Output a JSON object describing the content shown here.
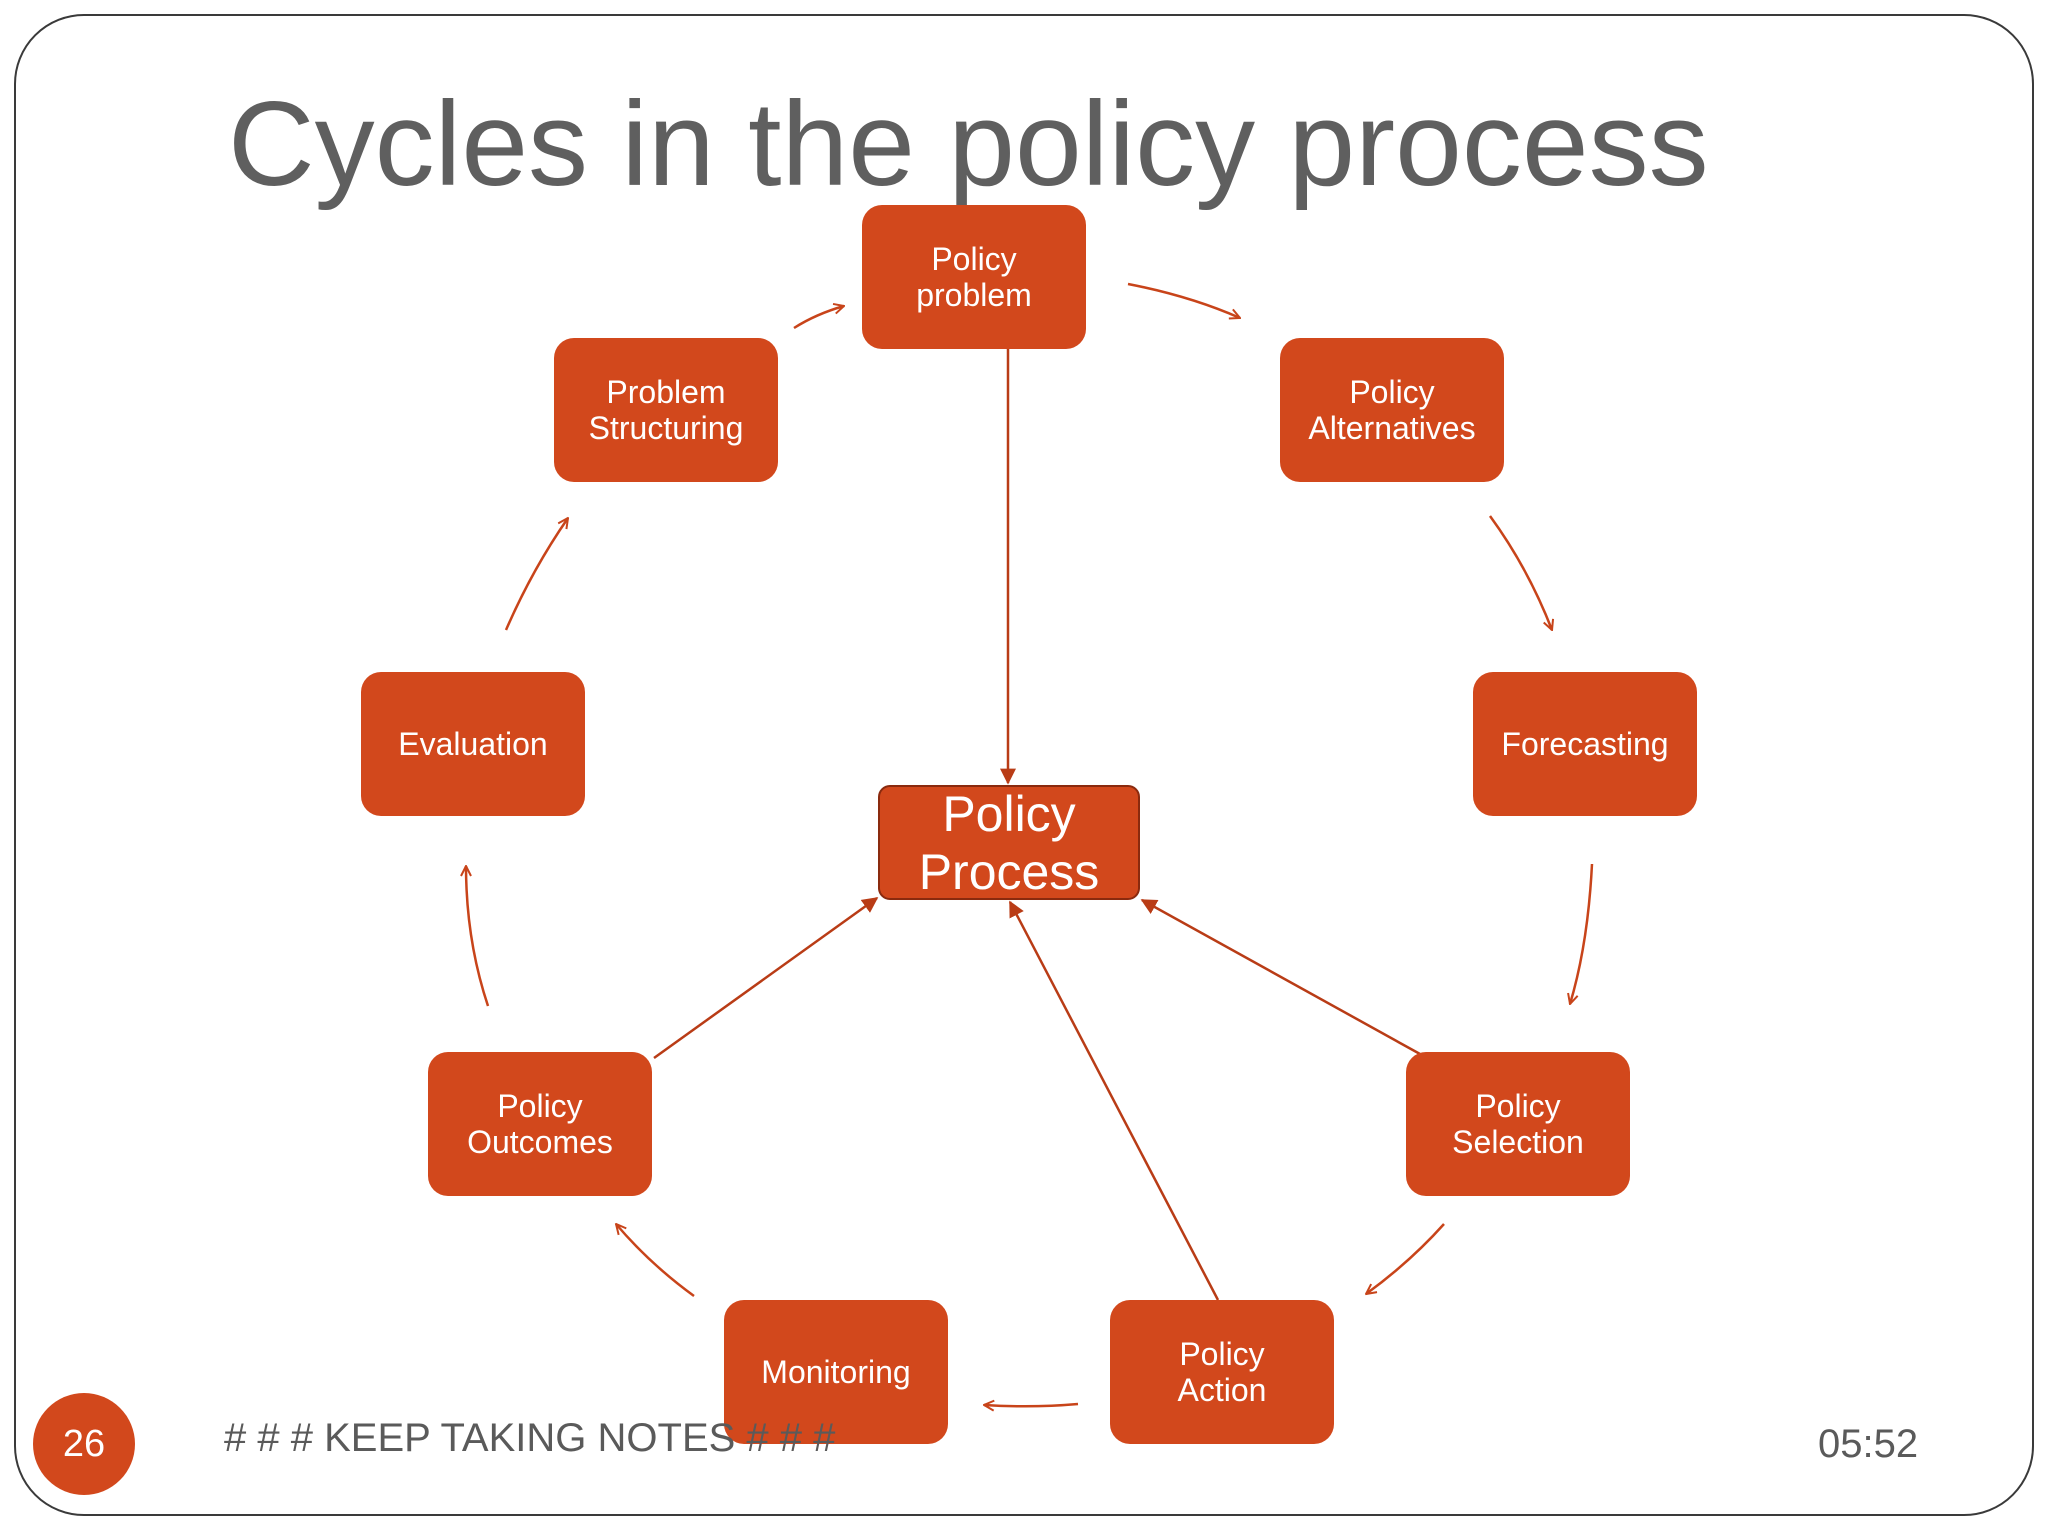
{
  "slide": {
    "title": "Cycles in the policy process",
    "number": "26",
    "footer_note": "# # # KEEP TAKING NOTES # # #",
    "time": "05:52"
  },
  "diagram": {
    "center": "Policy\nProcess",
    "nodes": [
      {
        "id": "policy-problem",
        "label": "Policy\nproblem"
      },
      {
        "id": "policy-alternatives",
        "label": "Policy\nAlternatives"
      },
      {
        "id": "forecasting",
        "label": "Forecasting"
      },
      {
        "id": "policy-selection",
        "label": "Policy\nSelection"
      },
      {
        "id": "policy-action",
        "label": "Policy\nAction"
      },
      {
        "id": "monitoring",
        "label": "Monitoring"
      },
      {
        "id": "policy-outcomes",
        "label": "Policy\nOutcomes"
      },
      {
        "id": "evaluation",
        "label": "Evaluation"
      },
      {
        "id": "problem-structuring",
        "label": "Problem\nStructuring"
      }
    ]
  },
  "colors": {
    "node_fill": "#d2481c",
    "arrow": "#c8441a",
    "title_text": "#5f5f5f"
  }
}
